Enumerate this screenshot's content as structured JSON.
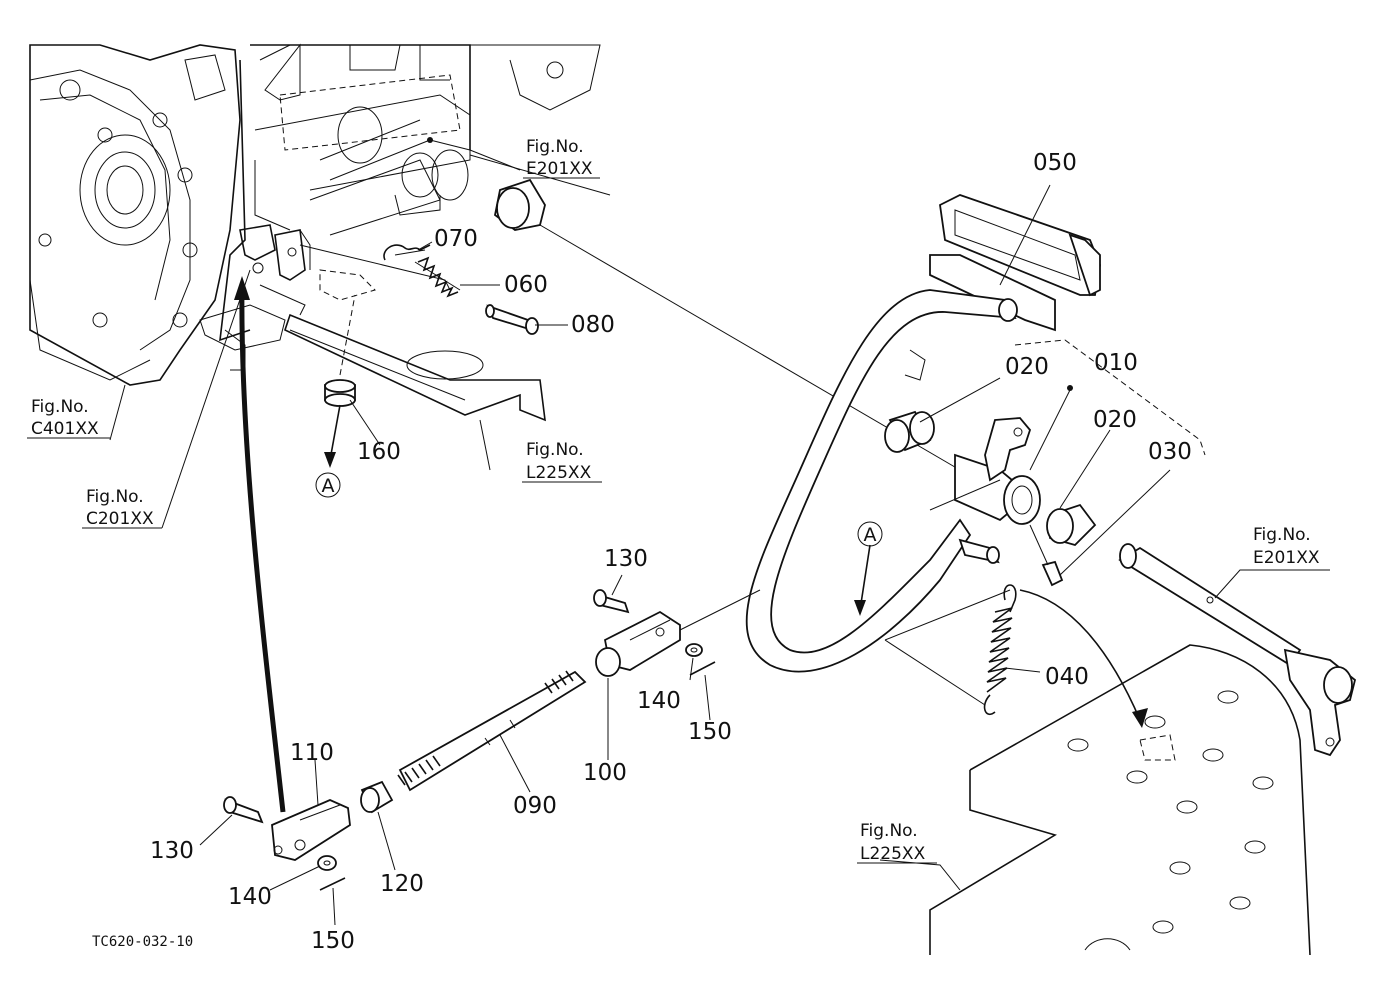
{
  "parts": {
    "p050": "050",
    "p070": "070",
    "p060": "060",
    "p080": "080",
    "p020a": "020",
    "p010": "010",
    "p020b": "020",
    "p030": "030",
    "p160": "160",
    "p130a": "130",
    "p040": "040",
    "p140a": "140",
    "p150a": "150",
    "p100": "100",
    "p110": "110",
    "p090": "090",
    "p130b": "130",
    "p120": "120",
    "p140b": "140",
    "p150b": "150"
  },
  "figure_refs": {
    "e201_top": {
      "label": "Fig.No.",
      "code": "E201XX"
    },
    "c401": {
      "label": "Fig.No.",
      "code": "C401XX"
    },
    "l225_top": {
      "label": "Fig.No.",
      "code": "L225XX"
    },
    "c201": {
      "label": "Fig.No.",
      "code": "C201XX"
    },
    "e201_right": {
      "label": "Fig.No.",
      "code": "E201XX"
    },
    "l225_bottom": {
      "label": "Fig.No.",
      "code": "L225XX"
    }
  },
  "markers": {
    "a1": "A",
    "a2": "A"
  },
  "drawing_code": "TC620-032-10"
}
